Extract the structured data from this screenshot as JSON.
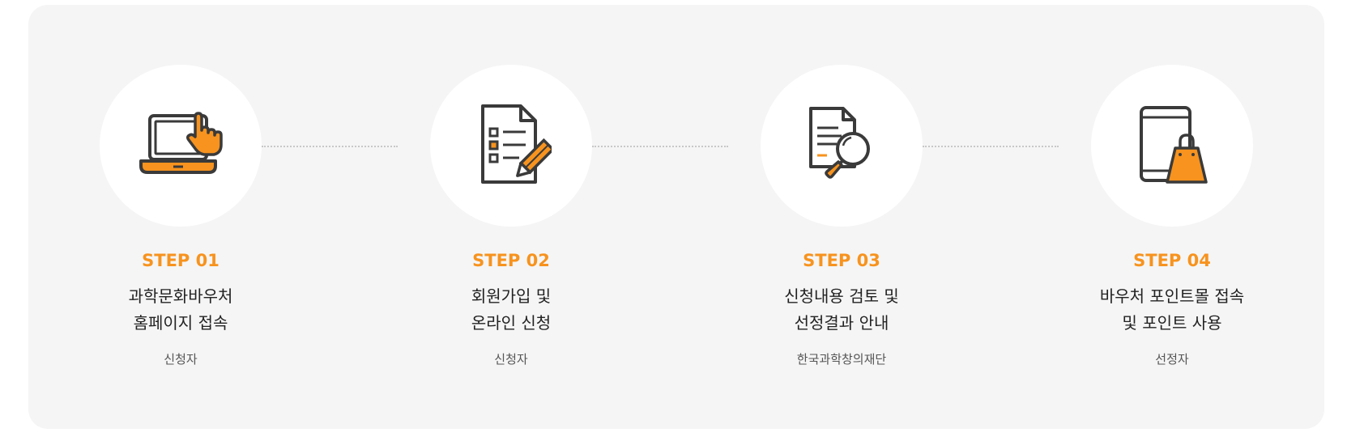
{
  "colors": {
    "accent": "#f7931e",
    "panel_bg": "#f5f5f5",
    "icon_stroke": "#3a3a3a"
  },
  "steps": [
    {
      "label": "STEP 01",
      "title_line1": "과학문화바우처",
      "title_line2": "홈페이지 접속",
      "actor": "신청자",
      "icon": "laptop-click-icon"
    },
    {
      "label": "STEP 02",
      "title_line1": "회원가입 및",
      "title_line2": "온라인 신청",
      "actor": "신청자",
      "icon": "form-pencil-icon"
    },
    {
      "label": "STEP 03",
      "title_line1": "신청내용 검토 및",
      "title_line2": "선정결과 안내",
      "actor": "한국과학창의재단",
      "icon": "document-search-icon"
    },
    {
      "label": "STEP 04",
      "title_line1": "바우처 포인트몰 접속",
      "title_line2": "및 포인트 사용",
      "actor": "선정자",
      "icon": "tablet-shopping-bag-icon"
    }
  ]
}
